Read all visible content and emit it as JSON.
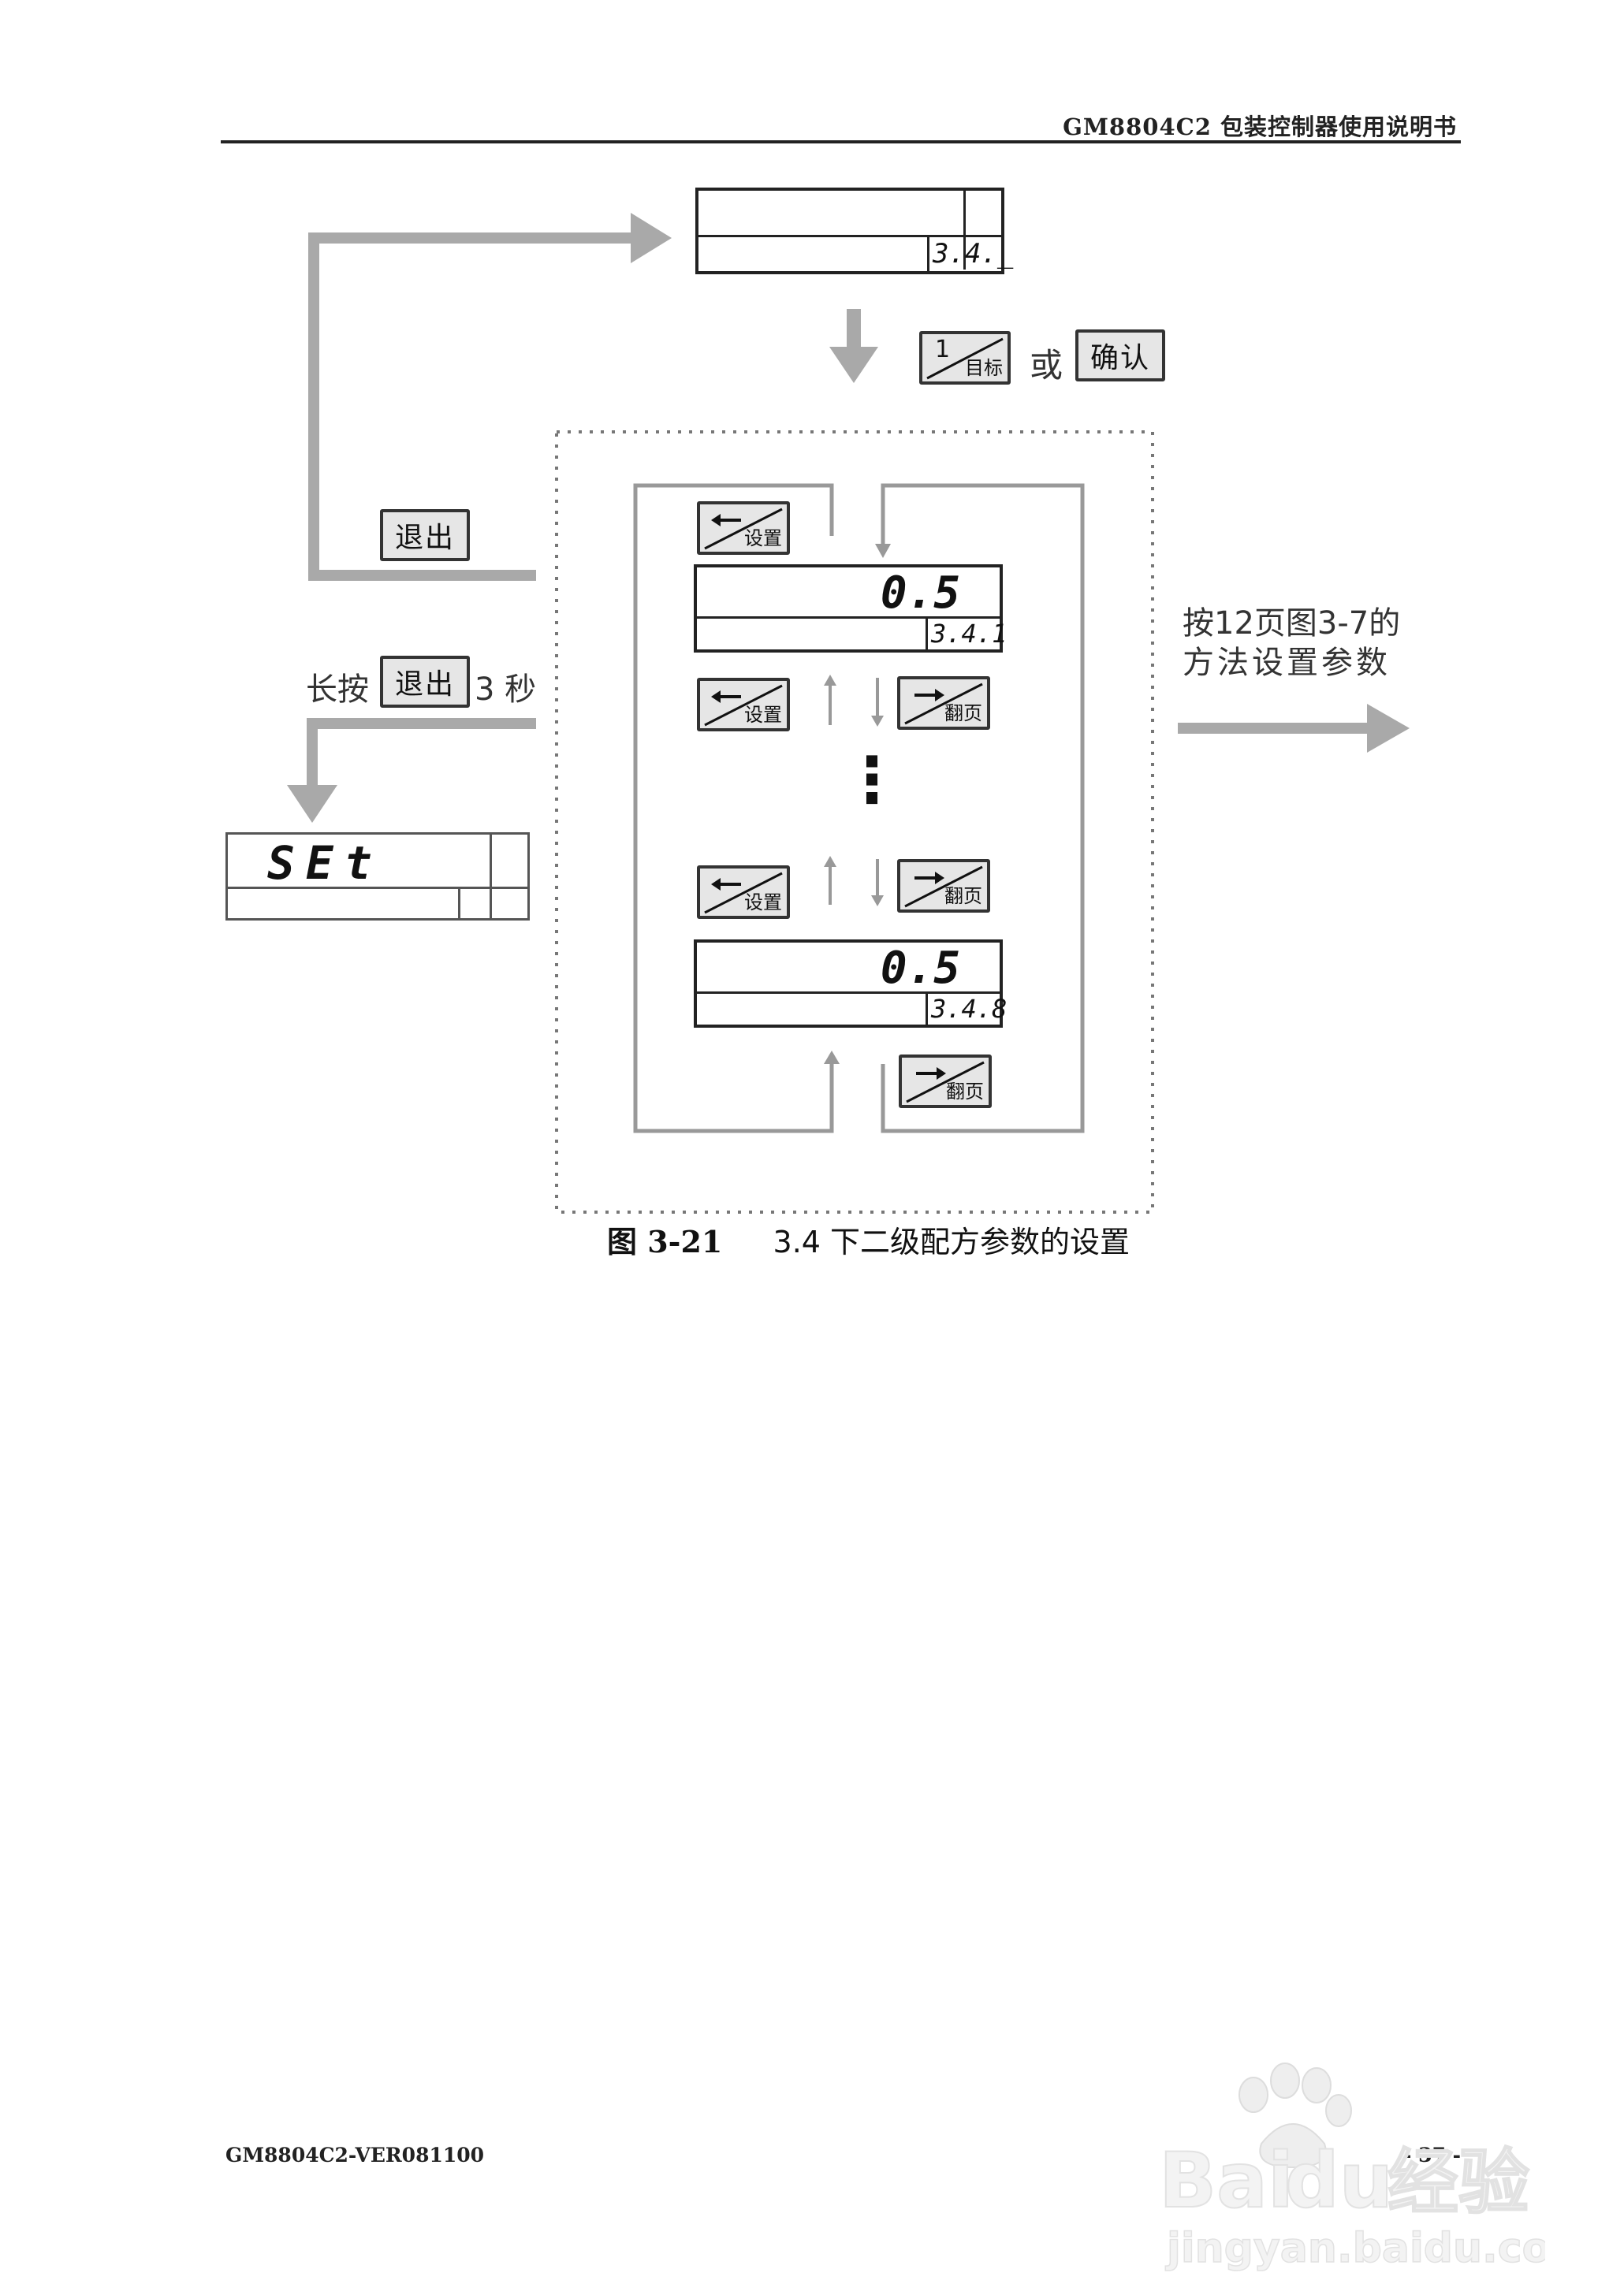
{
  "header": {
    "title": "GM8804C2 包装控制器使用说明书"
  },
  "footer": {
    "version": "GM8804C2-VER081100",
    "page_number": "- 37 -"
  },
  "figure": {
    "caption_number": "图 3-21",
    "caption_text": "3.4 下二级配方参数的设置",
    "top_display": {
      "sub_value": "3.4._"
    },
    "set_display": {
      "main_value": "SEt"
    },
    "param_display_first": {
      "main_value": "0.5",
      "sub_value": "3.4.1"
    },
    "param_display_last": {
      "main_value": "0.5",
      "sub_value": "3.4.8"
    },
    "keys": {
      "target": {
        "number": "1",
        "label": "目标"
      },
      "confirm": "确认",
      "exit": "退出",
      "setting": "设置",
      "page": "翻页"
    },
    "labels": {
      "or": "或",
      "long_press_prefix": "长按",
      "long_press_suffix": "3 秒",
      "method_line1": "按12页图3-7的",
      "method_line2": "方法设置参数",
      "ellipsis": "⋮"
    }
  },
  "watermark": {
    "brand": "Bai",
    "brand2": "du",
    "cn": "经验",
    "url": "jingyan.baidu.com"
  }
}
